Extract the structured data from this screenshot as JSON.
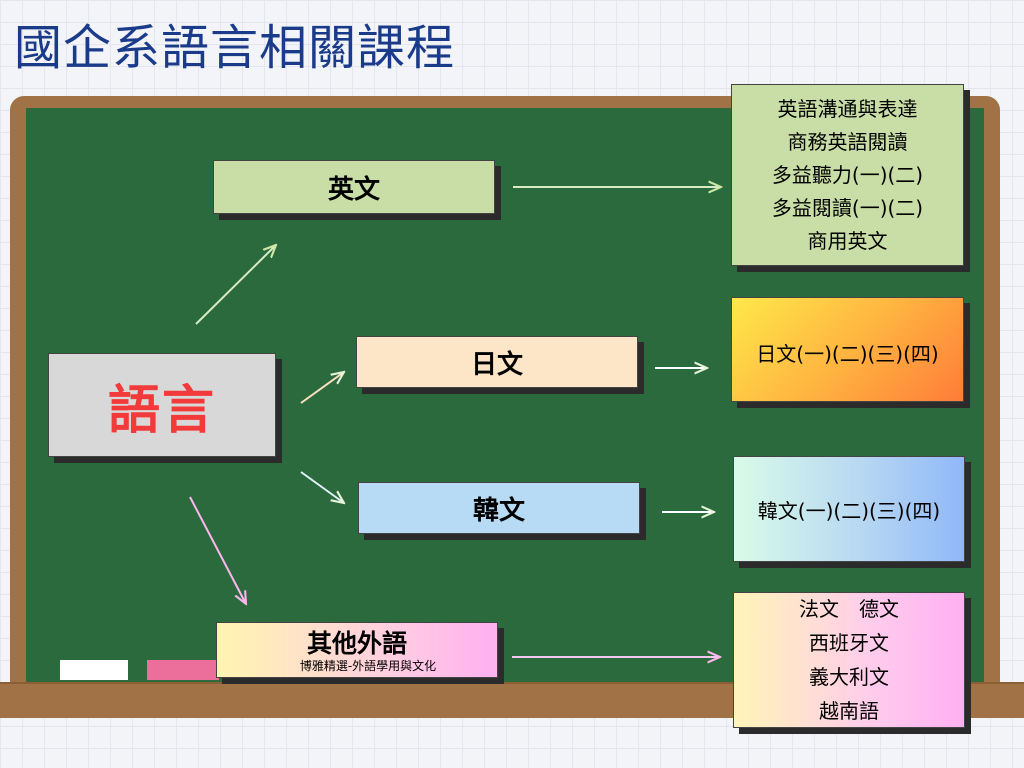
{
  "title": "國企系語言相關課程",
  "center": {
    "label": "語言"
  },
  "branches": {
    "english": {
      "label": "英文"
    },
    "japanese": {
      "label": "日文"
    },
    "korean": {
      "label": "韓文"
    },
    "other": {
      "label": "其他外語",
      "sublabel": "博雅精選-外語學用與文化"
    }
  },
  "courses": {
    "english": [
      "英語溝通與表達",
      "商務英語閱讀",
      "多益聽力(一)(二)",
      "多益閱讀(一)(二)",
      "商用英文"
    ],
    "japanese": "日文(一)(二)(三)(四)",
    "korean": "韓文(一)(二)(三)(四)",
    "other": [
      "法文　德文",
      "西班牙文",
      "義大利文",
      "越南語"
    ]
  },
  "colors": {
    "board": "#2a6a3c",
    "frame": "#a07245",
    "title": "#1a3a8a",
    "center_text": "#f23a3a"
  }
}
